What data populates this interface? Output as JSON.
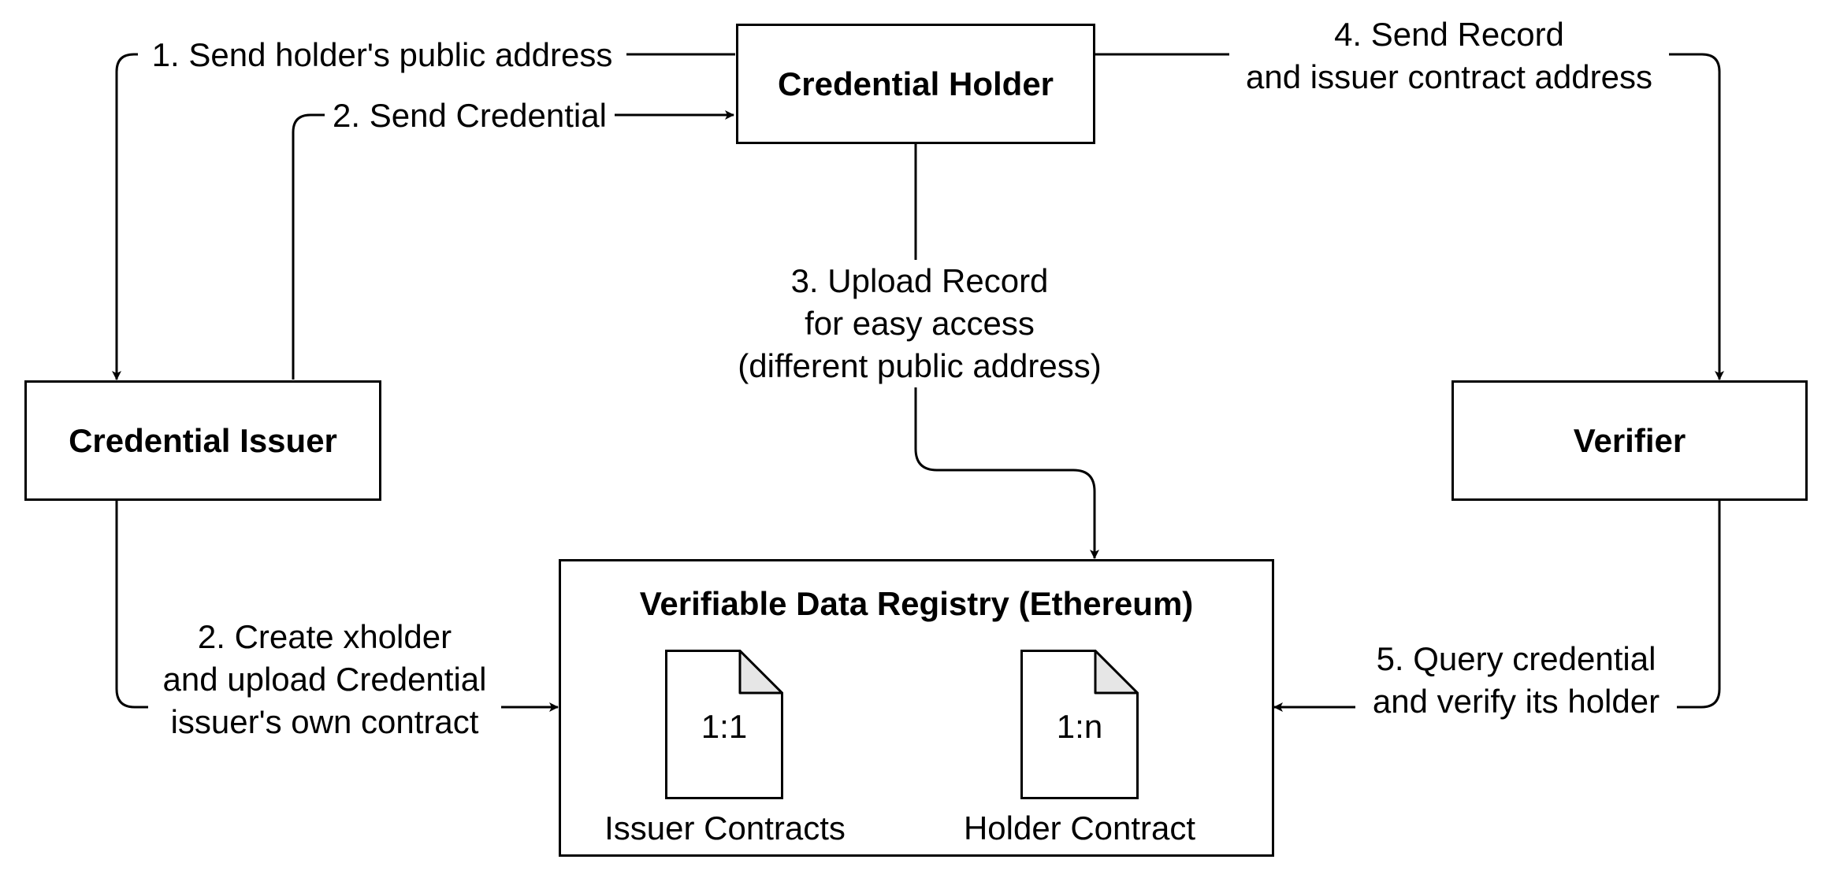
{
  "nodes": {
    "holder": "Credential Holder",
    "issuer": "Credential Issuer",
    "verifier": "Verifier"
  },
  "registry": {
    "title": "Verifiable Data Registry (Ethereum)",
    "issuer_doc_text": "1:1",
    "issuer_doc_label": "Issuer Contracts",
    "holder_doc_text": "1:n",
    "holder_doc_label": "Holder Contract"
  },
  "edges": {
    "step1": "1. Send holder's public address",
    "step2_send": "2. Send Credential",
    "step2_create": [
      "2. Create xholder",
      "and upload Credential",
      "issuer's own contract"
    ],
    "step3": [
      "3. Upload Record",
      "for easy access",
      "(different public address)"
    ],
    "step4": [
      "4. Send Record",
      "and issuer contract address"
    ],
    "step5": [
      "5. Query credential",
      "and verify its holder"
    ]
  }
}
